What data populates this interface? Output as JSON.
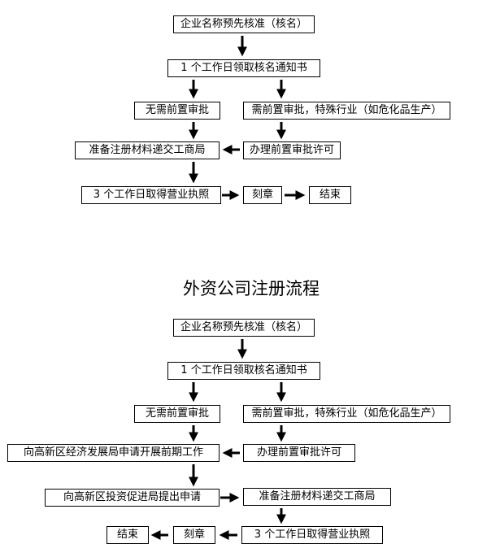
{
  "flow1": {
    "name_check": "企业名称预先核准（核名）",
    "notice": "1 个工作日领取核名通知书",
    "no_preapproval": "无需前置审批",
    "preapproval_needed": "需前置审批，特殊行业（如危化品生产）",
    "handle_permit": "办理前置审批许可",
    "submit_materials": "准备注册材料递交工商局",
    "get_license": "3 个工作日取得营业执照",
    "seal": "刻章",
    "end": "结束"
  },
  "flow2": {
    "title": "外资公司注册流程",
    "name_check": "企业名称预先核准（核名）",
    "notice": "1 个工作日领取核名通知书",
    "no_preapproval": "无需前置审批",
    "preapproval_needed": "需前置审批，特殊行业（如危化品生产）",
    "handle_permit": "办理前置审批许可",
    "development_bureau": "向高新区经济发展局申请开展前期工作",
    "investment_bureau": "向高新区投资促进局提出申请",
    "submit_materials": "准备注册材料递交工商局",
    "get_license": "3 个工作日取得营业执照",
    "seal": "刻章",
    "end": "结束"
  }
}
